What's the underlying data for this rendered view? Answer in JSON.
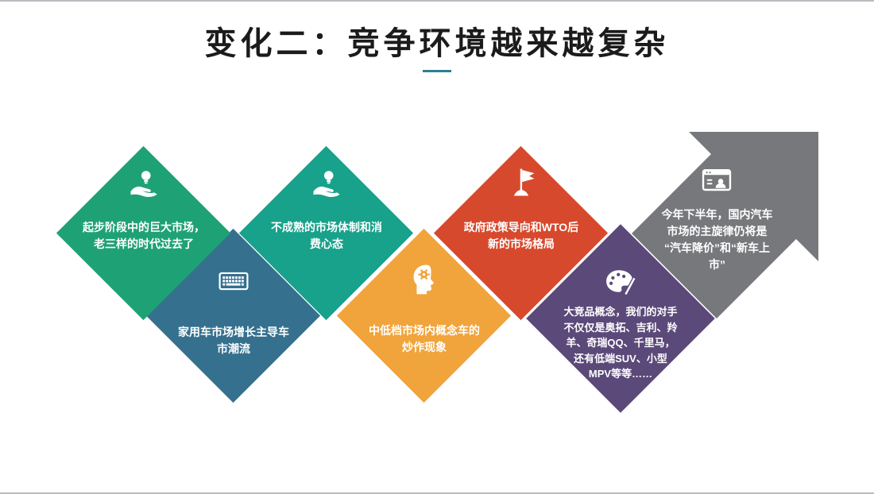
{
  "slide": {
    "title": "变化二：竞争环境越来越复杂",
    "accent_color": "#2C7F93",
    "background_color": "#FFFFFF"
  },
  "diagram": {
    "shapes": [
      {
        "name": "huge-market",
        "shape": "diamond",
        "color": "#1FA176",
        "icon": "idea-hand-icon",
        "text": "起步阶段中的巨大市场，\n老三样的时代过去了"
      },
      {
        "name": "family-car-trend",
        "shape": "diamond",
        "color": "#35708E",
        "icon": "keyboard-icon",
        "text": "家用车市场增长主导车\n市潮流"
      },
      {
        "name": "immature-market",
        "shape": "diamond",
        "color": "#18A18B",
        "icon": "idea-hand-icon",
        "text": "不成熟的市场体制和消\n费心态"
      },
      {
        "name": "concept-car-hype",
        "shape": "diamond",
        "color": "#F1A43B",
        "icon": "think-head-icon",
        "text": "中低档市场内概念车的\n炒作现象"
      },
      {
        "name": "policy-wto",
        "shape": "diamond",
        "color": "#D7492D",
        "icon": "flag-icon",
        "text": "政府政策导向和WTO后\n新的市场格局"
      },
      {
        "name": "competitors",
        "shape": "diamond",
        "color": "#5B4979",
        "icon": "palette-icon",
        "text": "大竞品概念，我们的对手\n不仅仅是奥拓、吉利、羚\n羊、奇瑞QQ、千里马，\n还有低端SUV、小型\nMPV等等……"
      },
      {
        "name": "second-half-trend",
        "shape": "arrow",
        "color": "#77787B",
        "icon": "screen-person-icon",
        "text": "今年下半年，国内汽车\n市场的主旋律仍将是\n“汽车降价”和“新车上\n市”"
      }
    ]
  }
}
